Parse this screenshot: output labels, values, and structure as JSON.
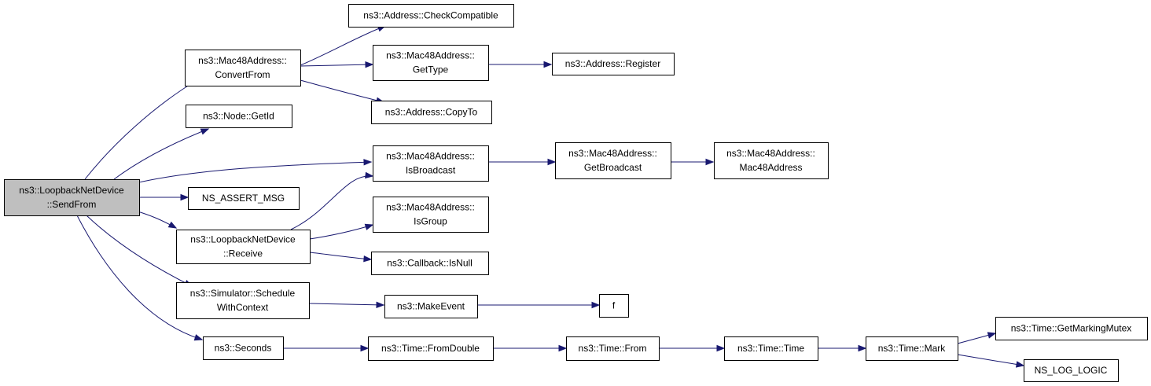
{
  "colors": {
    "node_fill": "#ffffff",
    "root_fill": "#bfbfbf",
    "node_border": "#000000",
    "edge": "#191970",
    "text": "#000000"
  },
  "nodes": {
    "senfrom": {
      "lines": [
        "ns3::LoopbackNetDevice",
        "::SendFrom"
      ],
      "root": true
    },
    "convertfrom": {
      "lines": [
        "ns3::Mac48Address::",
        "ConvertFrom"
      ]
    },
    "getid": {
      "lines": [
        "ns3::Node::GetId"
      ]
    },
    "assert": {
      "lines": [
        "NS_ASSERT_MSG"
      ]
    },
    "receive": {
      "lines": [
        "ns3::LoopbackNetDevice",
        "::Receive"
      ]
    },
    "schedule": {
      "lines": [
        "ns3::Simulator::Schedule",
        "WithContext"
      ]
    },
    "seconds": {
      "lines": [
        "ns3::Seconds"
      ]
    },
    "checkcompat": {
      "lines": [
        "ns3::Address::CheckCompatible"
      ]
    },
    "gettype": {
      "lines": [
        "ns3::Mac48Address::",
        "GetType"
      ]
    },
    "copyto": {
      "lines": [
        "ns3::Address::CopyTo"
      ]
    },
    "register": {
      "lines": [
        "ns3::Address::Register"
      ]
    },
    "isbroadcast": {
      "lines": [
        "ns3::Mac48Address::",
        "IsBroadcast"
      ]
    },
    "getbroadcast": {
      "lines": [
        "ns3::Mac48Address::",
        "GetBroadcast"
      ]
    },
    "ctor": {
      "lines": [
        "ns3::Mac48Address::",
        "Mac48Address"
      ]
    },
    "isgroup": {
      "lines": [
        "ns3::Mac48Address::",
        "IsGroup"
      ]
    },
    "isnull": {
      "lines": [
        "ns3::Callback::IsNull"
      ]
    },
    "makeevent": {
      "lines": [
        "ns3::MakeEvent"
      ]
    },
    "f": {
      "lines": [
        "f"
      ]
    },
    "fromdouble": {
      "lines": [
        "ns3::Time::FromDouble"
      ]
    },
    "from": {
      "lines": [
        "ns3::Time::From"
      ]
    },
    "time": {
      "lines": [
        "ns3::Time::Time"
      ]
    },
    "mark": {
      "lines": [
        "ns3::Time::Mark"
      ]
    },
    "mutex": {
      "lines": [
        "ns3::Time::GetMarkingMutex"
      ]
    },
    "loglogic": {
      "lines": [
        "NS_LOG_LOGIC"
      ]
    }
  },
  "edges": [
    [
      "senfrom",
      "convertfrom"
    ],
    [
      "senfrom",
      "getid"
    ],
    [
      "senfrom",
      "isbroadcast"
    ],
    [
      "senfrom",
      "assert"
    ],
    [
      "senfrom",
      "receive"
    ],
    [
      "senfrom",
      "schedule"
    ],
    [
      "senfrom",
      "seconds"
    ],
    [
      "convertfrom",
      "checkcompat"
    ],
    [
      "convertfrom",
      "gettype"
    ],
    [
      "convertfrom",
      "copyto"
    ],
    [
      "gettype",
      "register"
    ],
    [
      "isbroadcast",
      "getbroadcast"
    ],
    [
      "getbroadcast",
      "ctor"
    ],
    [
      "receive",
      "isbroadcast"
    ],
    [
      "receive",
      "isgroup"
    ],
    [
      "receive",
      "isnull"
    ],
    [
      "schedule",
      "makeevent"
    ],
    [
      "makeevent",
      "f"
    ],
    [
      "seconds",
      "fromdouble"
    ],
    [
      "fromdouble",
      "from"
    ],
    [
      "from",
      "time"
    ],
    [
      "time",
      "mark"
    ],
    [
      "mark",
      "mutex"
    ],
    [
      "mark",
      "loglogic"
    ]
  ]
}
